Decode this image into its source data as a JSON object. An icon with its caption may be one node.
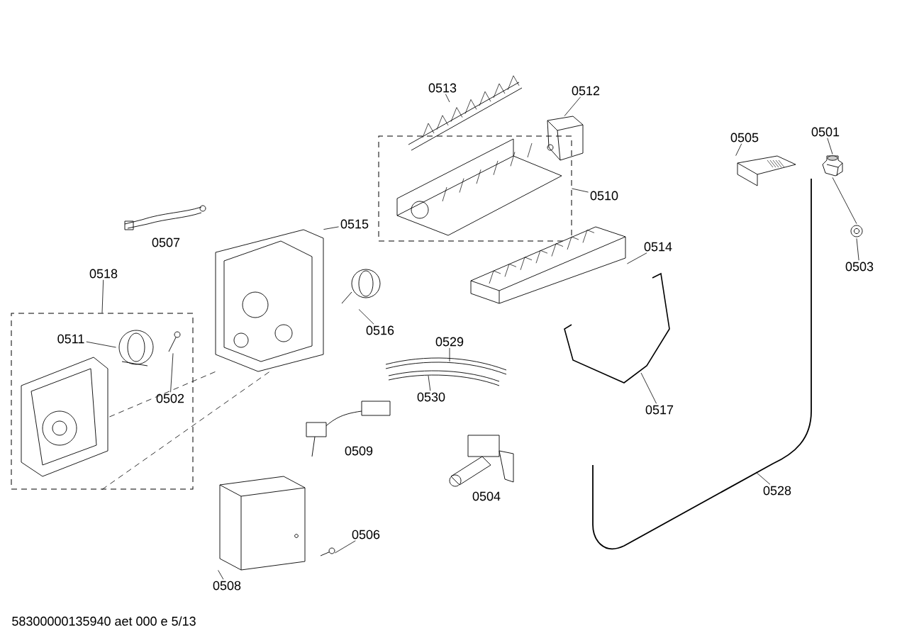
{
  "diagram": {
    "nodes": [
      {
        "text": [
          "0513"
        ]
      },
      {
        "text": [
          "0512"
        ]
      },
      {
        "text": [],
        "shape": "picture"
      },
      {
        "text": [
          "0510"
        ]
      },
      {
        "text": [],
        "shape": "box"
      },
      {
        "text": [
          "0505"
        ]
      },
      {
        "text": [],
        "shape": "picture"
      },
      {
        "text": [
          "0501"
        ]
      },
      {
        "text": [],
        "shape": "picture"
      },
      {
        "text": [
          "0503"
        ]
      },
      {
        "text": [],
        "shape": "picture"
      },
      {
        "text": [
          "0514"
        ]
      },
      {
        "text": [],
        "shape": "picture"
      },
      {
        "text": [
          "0515"
        ]
      },
      {
        "text": [],
        "shape": "picture"
      },
      {
        "text": [
          "0518"
        ]
      },
      {
        "text": [],
        "shape": "box"
      },
      {
        "text": [
          "0511"
        ],
        "in": 16
      },
      {
        "text": [],
        "shape": "picture",
        "in": 16
      },
      {
        "text": [
          "0502"
        ],
        "in": 16
      },
      {
        "text": [],
        "shape": "picture",
        "in": 16
      },
      {
        "text": [
          "0516"
        ]
      },
      {
        "text": [],
        "shape": "picture"
      },
      {
        "text": [
          "0529"
        ]
      },
      {
        "text": [
          "0530"
        ]
      },
      {
        "text": [
          "0517"
        ]
      },
      {
        "text": [
          "0528"
        ]
      },
      {
        "text": [
          "0506"
        ]
      },
      {
        "text": [],
        "shape": "picture"
      },
      {
        "text": [
          "0508"
        ]
      },
      {
        "text": [],
        "shape": "picture"
      },
      {
        "text": [],
        "shape": "picture",
        "in": 16
      }
    ],
    "edges": [
      {
        "from": 0,
        "to": null,
        "arrow": "none"
      },
      {
        "from": 1,
        "to": 2,
        "arrow": "none"
      },
      {
        "from": 3,
        "to": 4,
        "arrow": "none"
      },
      {
        "from": 5,
        "to": 6,
        "arrow": "none"
      },
      {
        "from": 7,
        "to": 8,
        "arrow": "none"
      },
      {
        "from": 9,
        "to": 10,
        "arrow": "none"
      },
      {
        "from": 11,
        "to": 12,
        "arrow": "none"
      },
      {
        "from": 13,
        "to": 14,
        "arrow": "none"
      },
      {
        "from": 15,
        "to": 16,
        "arrow": "none"
      },
      {
        "from": 17,
        "to": 18,
        "arrow": "none"
      },
      {
        "from": 19,
        "to": 20,
        "arrow": "none"
      },
      {
        "from": 21,
        "to": 22,
        "arrow": "none"
      },
      {
        "from": 23,
        "to": null,
        "arrow": "none"
      },
      {
        "from": 24,
        "to": null,
        "arrow": "none"
      },
      {
        "from": 25,
        "to": null,
        "arrow": "none"
      },
      {
        "from": 26,
        "to": null,
        "arrow": "none"
      },
      {
        "from": 27,
        "to": 28,
        "arrow": "none"
      },
      {
        "from": 29,
        "to": 30,
        "arrow": "none"
      },
      {
        "from": 31,
        "to": 14,
        "arrow": "none",
        "style": "dashed"
      },
      {
        "from": 16,
        "to": 14,
        "arrow": "none",
        "style": "dashed"
      },
      {
        "from": 8,
        "to": 10,
        "arrow": "none"
      }
    ],
    "labels": [
      "0507",
      "0509",
      "0504",
      "58300000135940 aet 000 e 5/13"
    ]
  }
}
